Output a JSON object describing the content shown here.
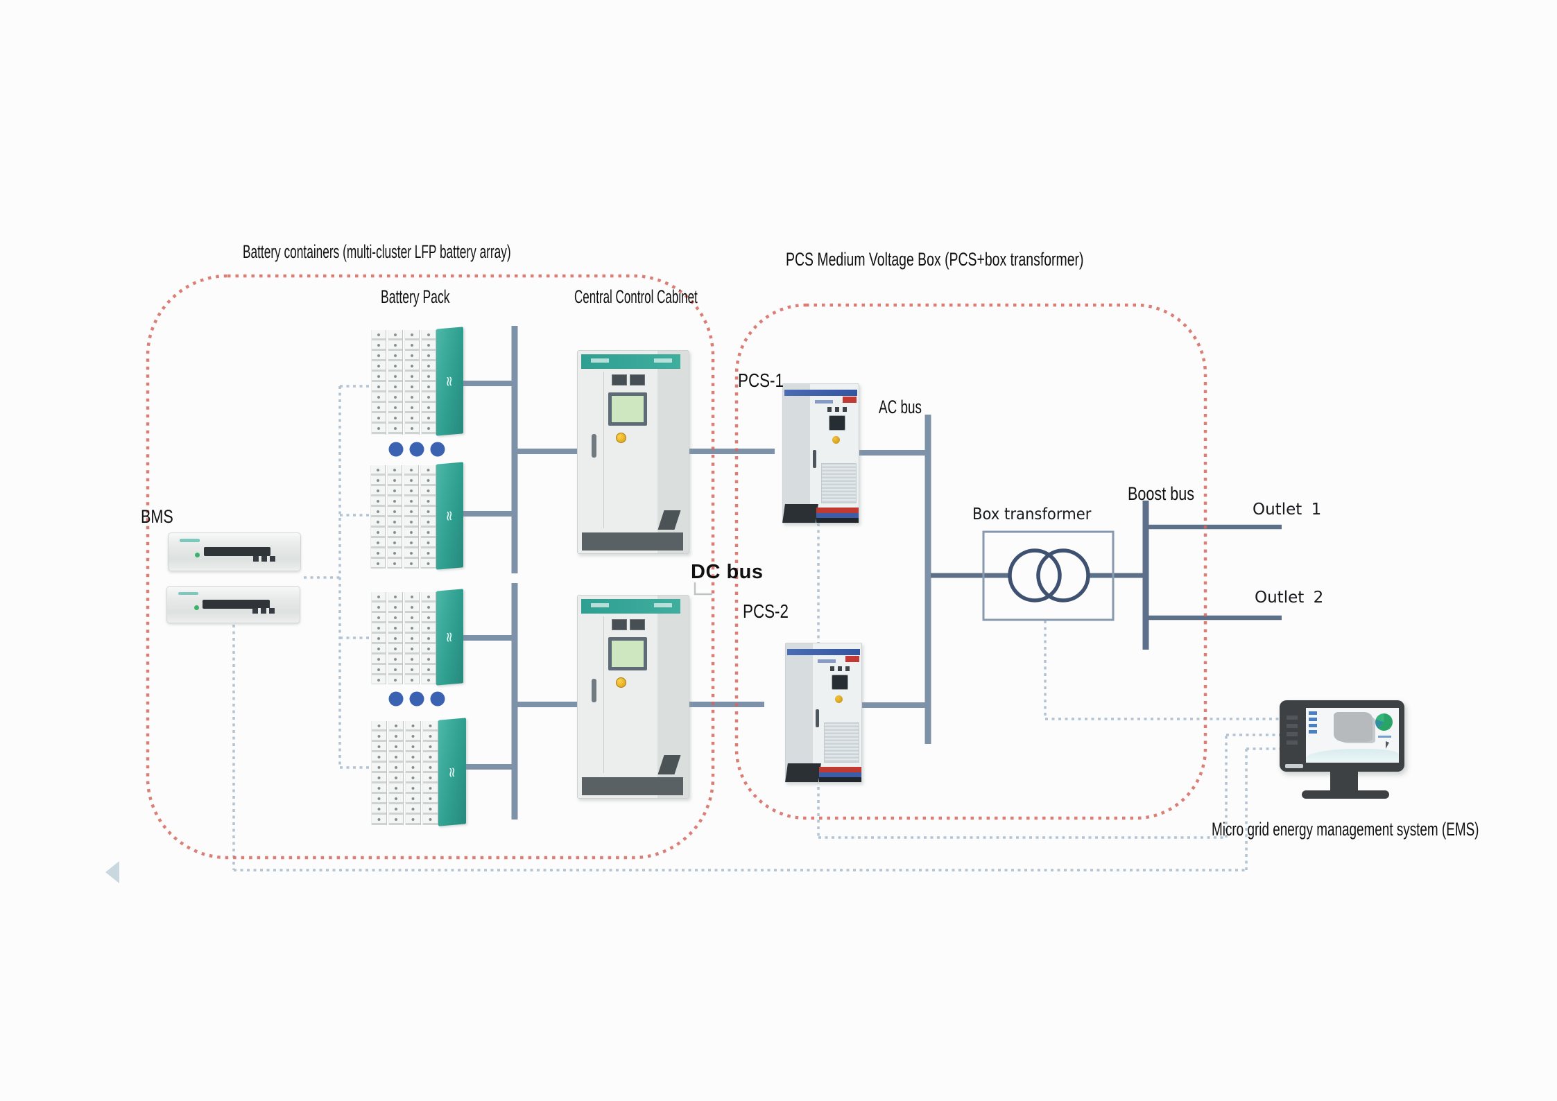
{
  "sections": {
    "battery_container_title": "Battery containers (multi-cluster LFP battery array)",
    "pcs_mv_box_title": "PCS Medium Voltage Box (PCS+box transformer)"
  },
  "labels": {
    "battery_pack": "Battery Pack",
    "central_control_cabinet": "Central Control Cabinet",
    "bms": "BMS",
    "dc_bus": "DC bus",
    "pcs1": "PCS-1",
    "pcs2": "PCS-2",
    "ac_bus": "AC bus",
    "box_transformer": "Box transformer",
    "boost_bus": "Boost bus",
    "outlet1": "Outlet 1",
    "outlet2": "Outlet 2",
    "ems_caption": "Micro grid energy management system (EMS)"
  },
  "colors": {
    "container_border_red": "#d4675e",
    "bus_gray_blue": "#7d92a9",
    "bus_dark": "#5c708a",
    "comm_dashed": "#b2c4d3",
    "battery_teal": "#35a697",
    "cabinet_header_teal": "#2f9f92",
    "ellipsis_dot_blue": "#3a62b0",
    "transformer_symbol": "#3e5170"
  }
}
